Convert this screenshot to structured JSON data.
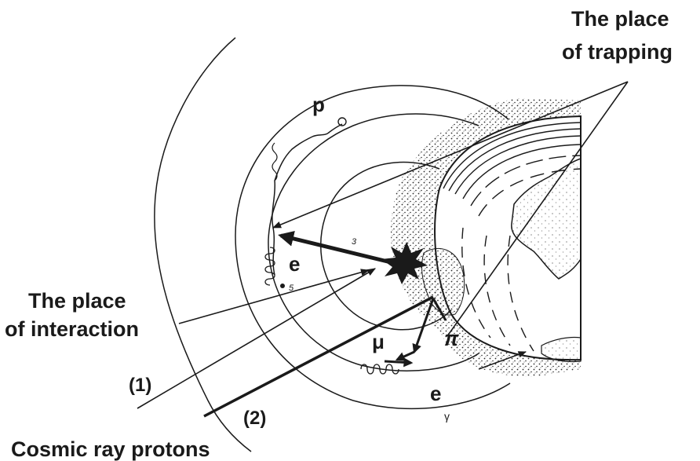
{
  "labels": {
    "trapping_line1": "The place",
    "trapping_line2": "of trapping",
    "interaction_line1": "The place",
    "interaction_line2": "of interaction",
    "protons": "Cosmic ray protons",
    "track1": "(1)",
    "track2": "(2)",
    "proton": "p",
    "electron_upper": "e",
    "electron_lower": "e",
    "muon": "μ",
    "pion": "π",
    "gamma": "γ",
    "mark_3": "3",
    "mark_5": "5"
  },
  "colors": {
    "ink": "#1a1a1a",
    "background": "#ffffff",
    "stipple": "#2a2a2a"
  }
}
